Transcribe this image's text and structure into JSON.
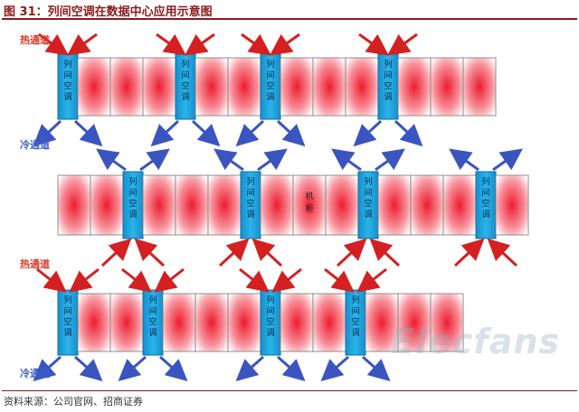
{
  "title": "图 31：列间空调在数据中心应用示意图",
  "source": "资料来源：公司官网、招商证券",
  "watermark": "Elecfans",
  "colors": {
    "title": "#8b1a1a",
    "hot_aisle": "#d83a2a",
    "cold_aisle": "#3a5fc8",
    "hot_arrow": "#d42020",
    "cold_arrow": "#3a55c0",
    "ac_unit": "#1aa0d8",
    "rack_center": "#ee1c2e",
    "rack_edge": "#ffffff"
  },
  "aisles": [
    {
      "label": "热通道",
      "type": "hot"
    },
    {
      "label": "冷通道",
      "type": "cold"
    },
    {
      "label": "热通道",
      "type": "hot"
    },
    {
      "label": "冷通道",
      "type": "cold"
    }
  ],
  "ac_unit_label": "列间空调",
  "rack_label": "机柜",
  "rows": [
    {
      "cells": [
        "ac",
        "rack",
        "rack",
        "rack",
        "ac",
        "rack",
        "rack",
        "ac",
        "rack",
        "rack",
        "rack",
        "ac",
        "rack",
        "rack",
        "rack"
      ]
    },
    {
      "cells": [
        "rack",
        "rack",
        "ac",
        "rack",
        "rack",
        "rack",
        "ac",
        "rack",
        "label",
        "rack",
        "ac",
        "rack",
        "rack",
        "rack",
        "ac",
        "rack"
      ]
    },
    {
      "cells": [
        "ac",
        "rack",
        "rack",
        "ac",
        "rack",
        "rack",
        "rack",
        "ac",
        "rack",
        "rack",
        "ac",
        "rack",
        "rack",
        "rack"
      ]
    }
  ]
}
